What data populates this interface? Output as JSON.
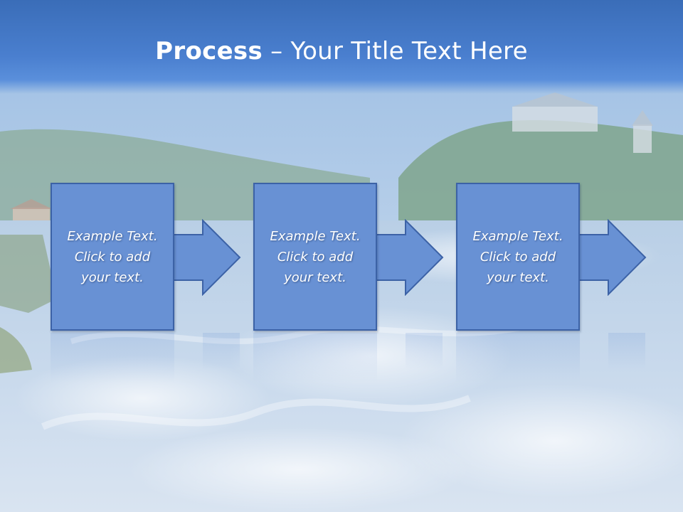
{
  "slide": {
    "title_bold": "Process",
    "title_separator": " – ",
    "title_rest": "Your Title Text Here"
  },
  "steps": [
    {
      "text": "Example Text. Click  to add your text."
    },
    {
      "text": "Example Text. Click  to add your text."
    },
    {
      "text": "Example Text. Click  to add your text."
    }
  ],
  "colors": {
    "title_band": "#4a7fcf",
    "box_fill": "#6891d4",
    "box_border": "#3c62a6",
    "text": "#ffffff"
  }
}
